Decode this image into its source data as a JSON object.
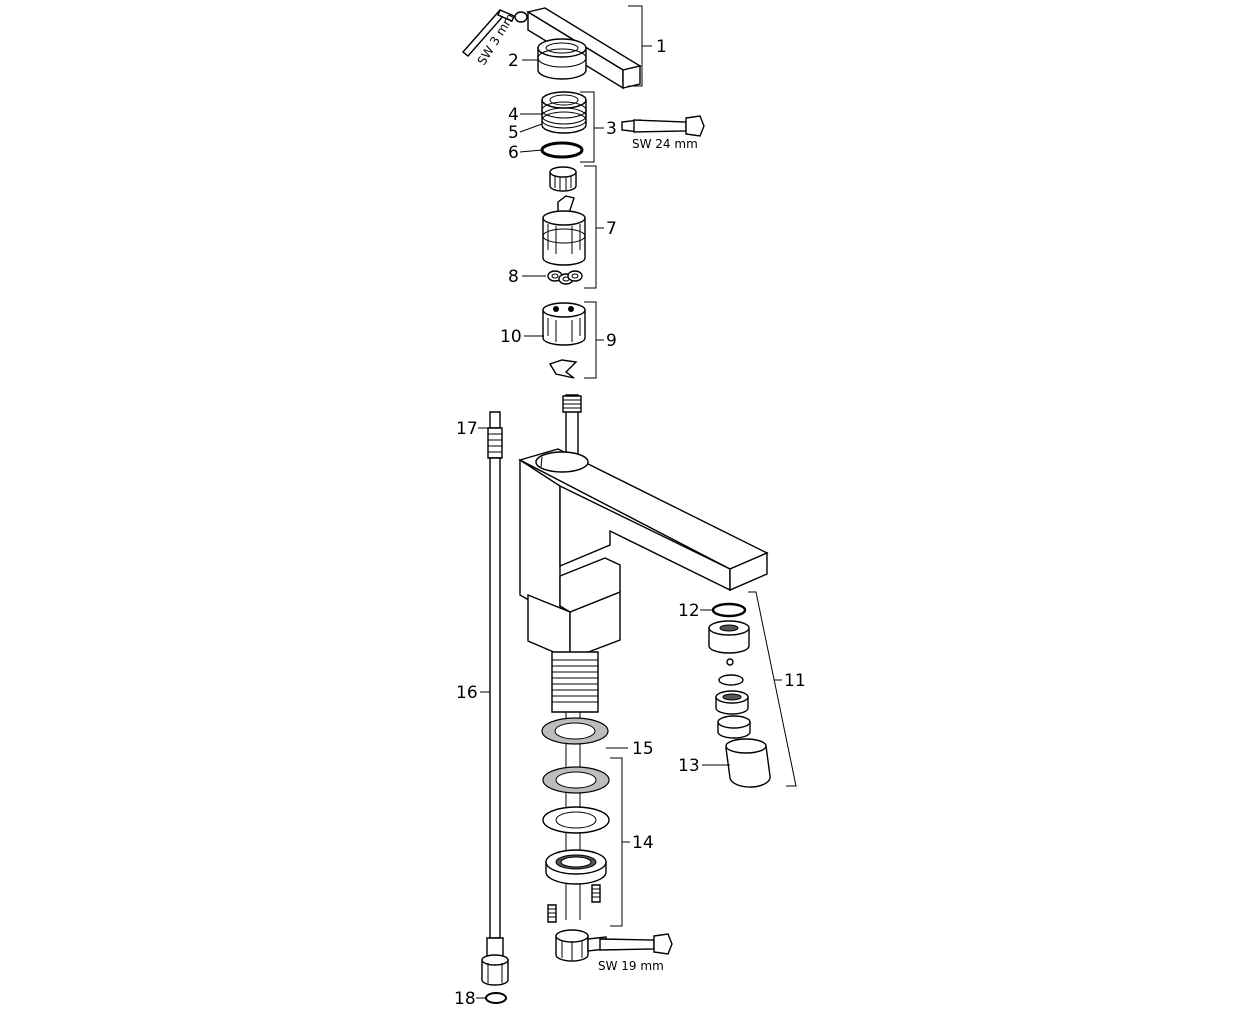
{
  "callouts": {
    "c1": "1",
    "c2": "2",
    "c3": "3",
    "c4": "4",
    "c5": "5",
    "c6": "6",
    "c7": "7",
    "c8": "8",
    "c9": "9",
    "c10": "10",
    "c11": "11",
    "c12": "12",
    "c13": "13",
    "c14": "14",
    "c15": "15",
    "c16": "16",
    "c17": "17",
    "c18": "18"
  },
  "tools": {
    "hex_key": "SW 3 mm",
    "wrench_24": "SW 24 mm",
    "wrench_19": "SW 19 mm"
  }
}
